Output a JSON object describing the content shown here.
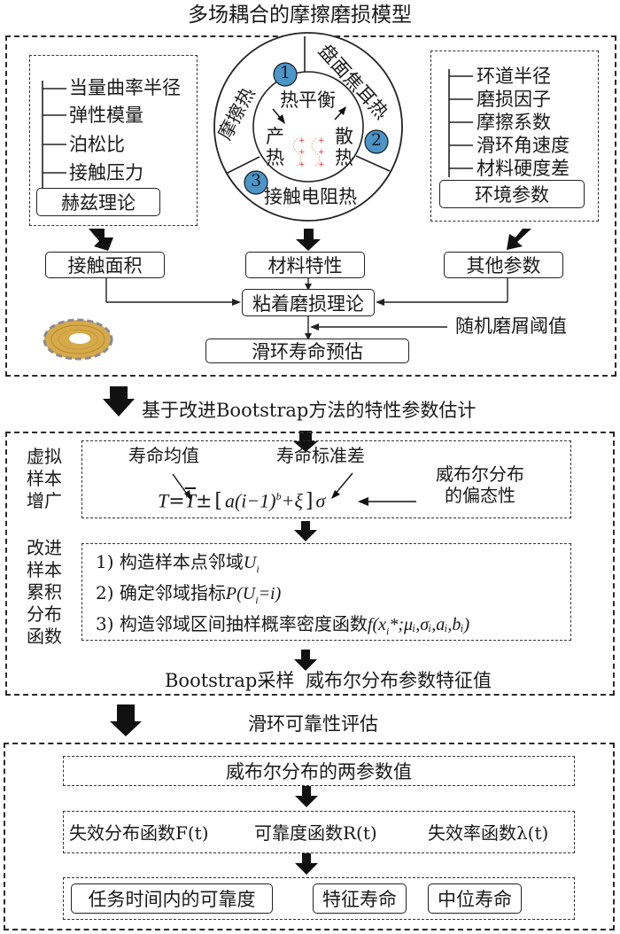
{
  "section1": {
    "title": "多场耦合的摩擦磨损模型",
    "hertz_group": {
      "items": [
        "当量曲率半径",
        "弹性模量",
        "泊松比",
        "接触压力"
      ],
      "box_label": "赫兹理论"
    },
    "thermal_ring": {
      "segments": [
        {
          "number": "1",
          "label": "摩擦热"
        },
        {
          "number": "2",
          "label": "盘面焦耳热"
        },
        {
          "number": "3",
          "label": "接触电阻热"
        }
      ],
      "center_title": "热平衡",
      "center_left": "产热",
      "center_right": "散热",
      "badge_color": "#4b95c8"
    },
    "env_group": {
      "items": [
        "环道半径",
        "磨损因子",
        "摩擦系数",
        "滑环角速度",
        "材料硬度差"
      ],
      "box_label": "环境参数"
    },
    "nodes": {
      "contact_area": "接触面积",
      "material_props": "材料特性",
      "other_params": "其他参数",
      "adhesive_wear": "粘着磨损理论",
      "random_debris": "随机磨屑阈值",
      "life_prediction": "滑环寿命预估"
    }
  },
  "section2": {
    "title": "基于改进Bootstrap方法的特性参数估计",
    "virtual_sample": {
      "side_label": [
        "虚拟",
        "样本",
        "增广"
      ],
      "mean_label": "寿命均值",
      "std_label": "寿命标准差",
      "skew_label": [
        "威布尔分布",
        "的偏态性"
      ],
      "formula": {
        "lhs": "T",
        "eq": "=",
        "tbar": "T",
        "pm": "±",
        "open": "[",
        "a": "a",
        "paren": "(i−1)",
        "exp": "b",
        "plus_xi": "+ξ",
        "close": "]",
        "sigma": "σ"
      }
    },
    "improved_cdf": {
      "side_label": [
        "改进",
        "样本",
        "累积",
        "分布",
        "函数"
      ],
      "steps": [
        {
          "prefix": "1) 构造样本点邻域",
          "math": "U",
          "sub": "i",
          "suffix": ""
        },
        {
          "prefix": "2) 确定邻域指标",
          "math": "P(U",
          "sub": "i",
          "suffix": "=i)"
        },
        {
          "prefix": "3) 构造邻域区间抽样概率密度函数",
          "math": "f(x",
          "sub": "i",
          "suffix": "*;μᵢ,σᵢ,aᵢ,bᵢ)"
        }
      ]
    },
    "bootstrap_result": {
      "left": "Bootstrap采样",
      "right": "威布尔分布参数特征值"
    }
  },
  "section3": {
    "title": "滑环可靠性评估",
    "weibull_params": "威布尔分布的两参数值",
    "functions": [
      "失效分布函数F(t)",
      "可靠度函数R(t)",
      "失效率函数λ(t)"
    ],
    "outputs": [
      "任务时间内的可靠度",
      "特征寿命",
      "中位寿命"
    ]
  }
}
